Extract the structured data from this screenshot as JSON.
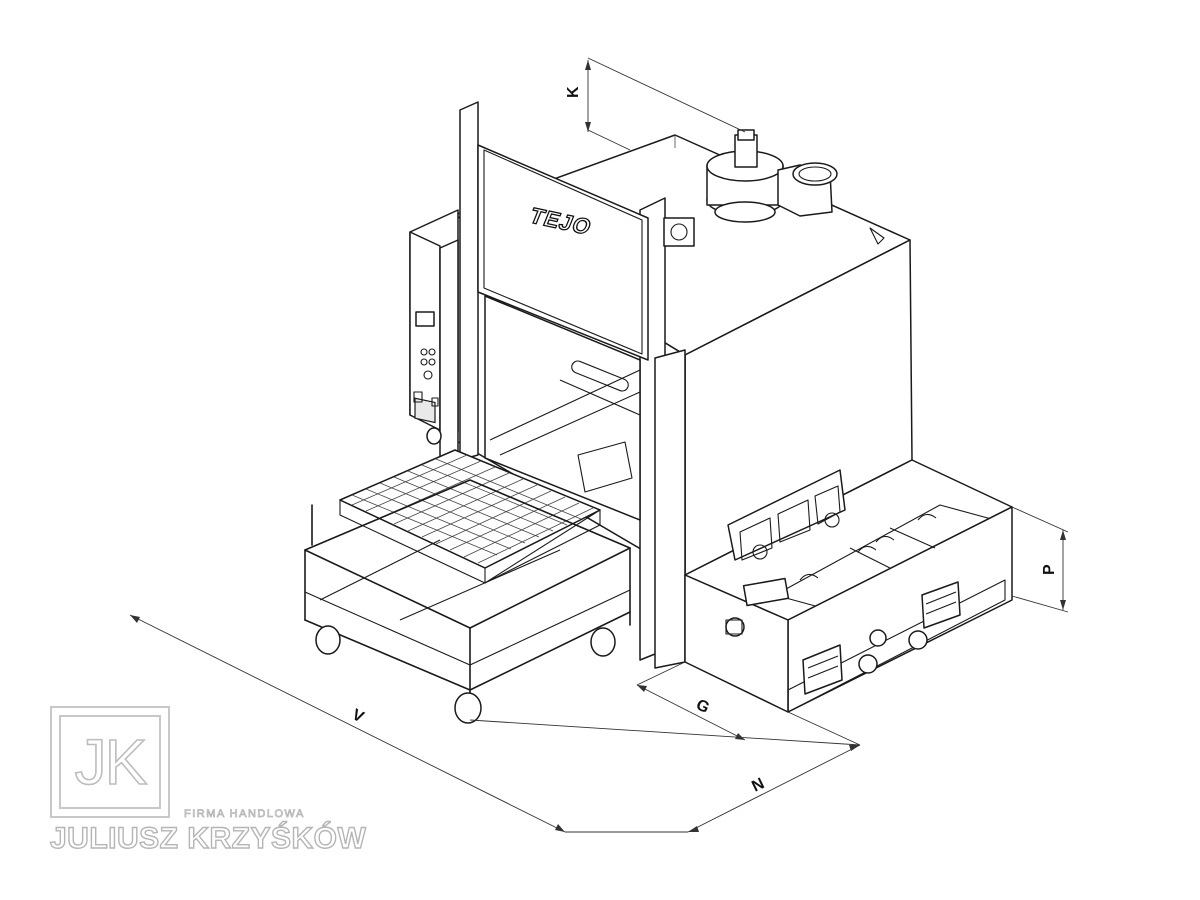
{
  "brand_plate": "TEJO",
  "dimensions": {
    "k": "K",
    "p": "P",
    "v": "V",
    "g": "G",
    "n": "N"
  },
  "logo": {
    "mark": "JK",
    "subtitle": "FIRMA HANDLOWA",
    "name": "JULIUSZ KRZYŚKÓW"
  }
}
